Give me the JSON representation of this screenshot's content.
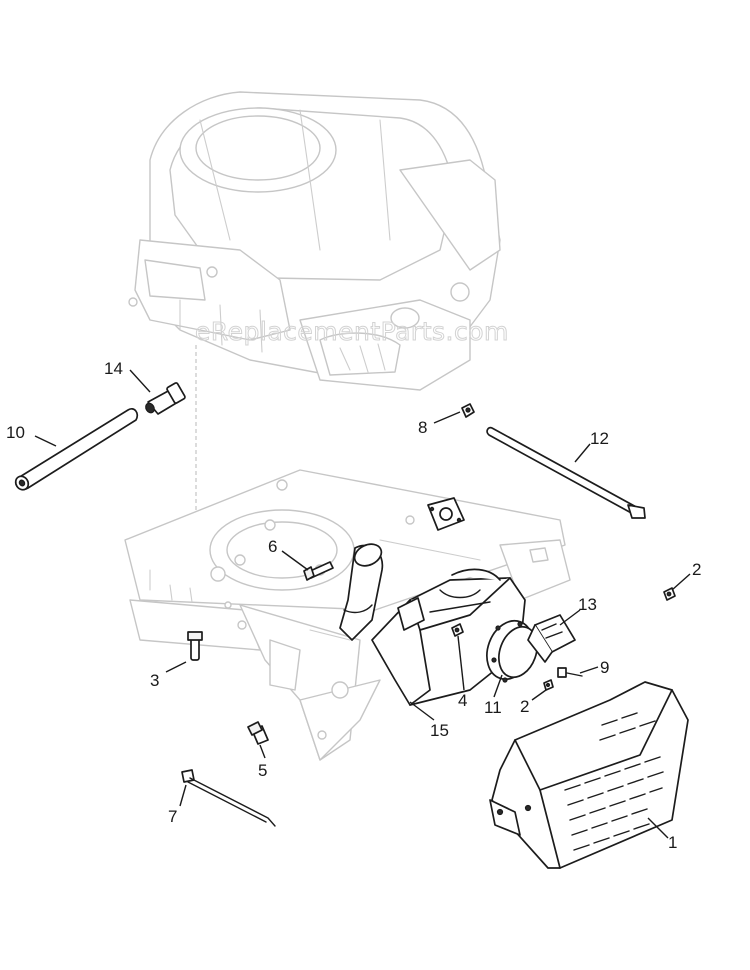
{
  "watermark": "eReplacementParts.com",
  "callouts": [
    {
      "id": "1",
      "label": "1"
    },
    {
      "id": "2a",
      "label": "2"
    },
    {
      "id": "2b",
      "label": "2"
    },
    {
      "id": "3",
      "label": "3"
    },
    {
      "id": "4",
      "label": "4"
    },
    {
      "id": "5",
      "label": "5"
    },
    {
      "id": "6",
      "label": "6"
    },
    {
      "id": "7",
      "label": "7"
    },
    {
      "id": "8",
      "label": "8"
    },
    {
      "id": "9",
      "label": "9"
    },
    {
      "id": "10",
      "label": "10"
    },
    {
      "id": "11",
      "label": "11"
    },
    {
      "id": "12",
      "label": "12"
    },
    {
      "id": "13",
      "label": "13"
    },
    {
      "id": "14",
      "label": "14"
    },
    {
      "id": "15",
      "label": "15"
    }
  ]
}
